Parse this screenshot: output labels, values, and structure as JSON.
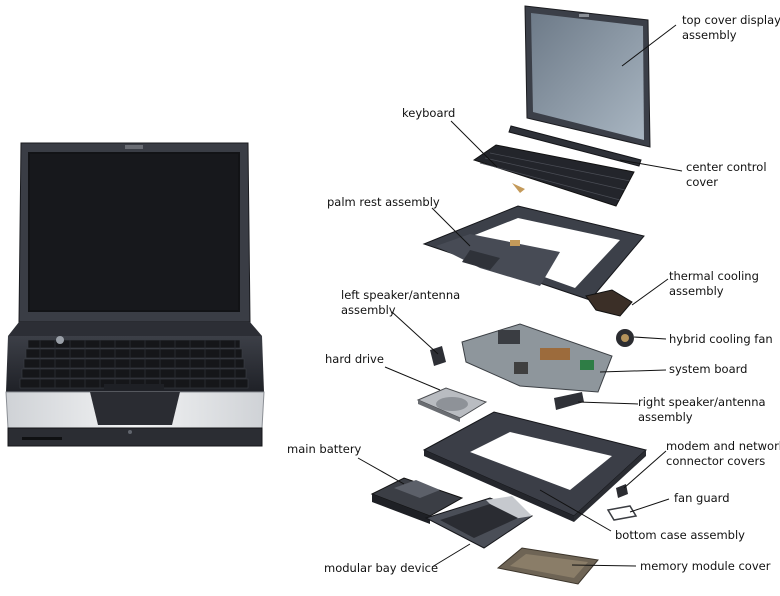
{
  "labels": {
    "top_cover": [
      "top cover display",
      "assembly"
    ],
    "keyboard": [
      "keyboard"
    ],
    "center_control": [
      "center control",
      "cover"
    ],
    "palm_rest": [
      "palm rest assembly"
    ],
    "thermal": [
      "thermal cooling",
      "assembly"
    ],
    "left_speaker": [
      "left speaker/antenna",
      "assembly"
    ],
    "hybrid_fan": [
      "hybrid cooling fan"
    ],
    "hard_drive": [
      "hard drive"
    ],
    "system_board": [
      "system board"
    ],
    "right_speaker": [
      "right speaker/antenna",
      "assembly"
    ],
    "main_battery": [
      "main battery"
    ],
    "modem_covers": [
      "modem and network",
      "connector covers"
    ],
    "fan_guard": [
      "fan guard"
    ],
    "bottom_case": [
      "bottom case assembly"
    ],
    "modular_bay": [
      "modular bay device"
    ],
    "memory_cover": [
      "memory module cover"
    ]
  }
}
